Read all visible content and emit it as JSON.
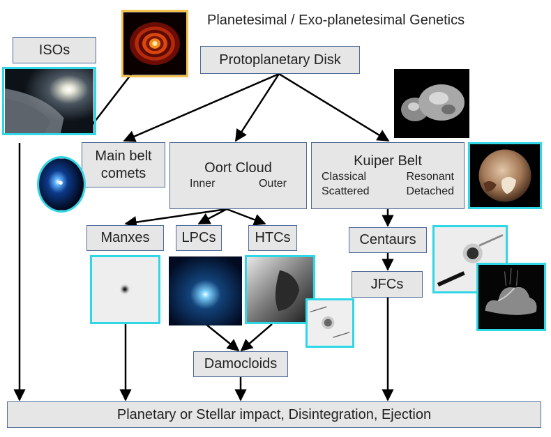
{
  "title": "Planetesimal / Exo-planetesimal Genetics",
  "nodes": {
    "isos": "ISOs",
    "protoplanetary_disk": "Protoplanetary Disk",
    "main_belt_comets": [
      "Main belt",
      "comets"
    ],
    "oort_cloud": {
      "label": "Oort Cloud",
      "sub": [
        "Inner",
        "Outer"
      ]
    },
    "kuiper_belt": {
      "label": "Kuiper Belt",
      "sub_row1": [
        "Classical",
        "Resonant"
      ],
      "sub_row2": [
        "Scattered",
        "Detached"
      ]
    },
    "manxes": "Manxes",
    "lpcs": "LPCs",
    "htcs": "HTCs",
    "centaurs": "Centaurs",
    "jfcs": "JFCs",
    "damocloids": "Damocloids",
    "outcome": "Planetary or Stellar impact, Disintegration, Ejection"
  },
  "colors": {
    "box_fill": "#e6e6e6",
    "box_border": "#4d6a98",
    "image_border": "#2fd6e6",
    "disk_image_border": "#f2c14e",
    "arrow": "#000000"
  }
}
